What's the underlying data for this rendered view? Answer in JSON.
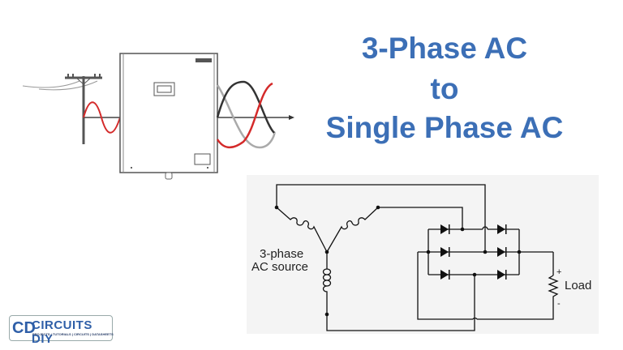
{
  "title": {
    "line1": "3-Phase AC",
    "line2": "to",
    "line3": "Single Phase AC"
  },
  "colors": {
    "title": "#3c6fb6",
    "wave_red": "#d42a2a",
    "wave_dark": "#333333",
    "wave_gray": "#aaaaaa"
  },
  "circuit": {
    "source_label_1": "3-phase",
    "source_label_2": "AC source",
    "load_label": "Load",
    "plus": "+",
    "minus": "-"
  },
  "logo": {
    "mark": "CD",
    "name": "CIRCUITS DIY",
    "tagline": "PROJECTS | TUTORIALS | CIRCUITS | DATASHEETS"
  }
}
